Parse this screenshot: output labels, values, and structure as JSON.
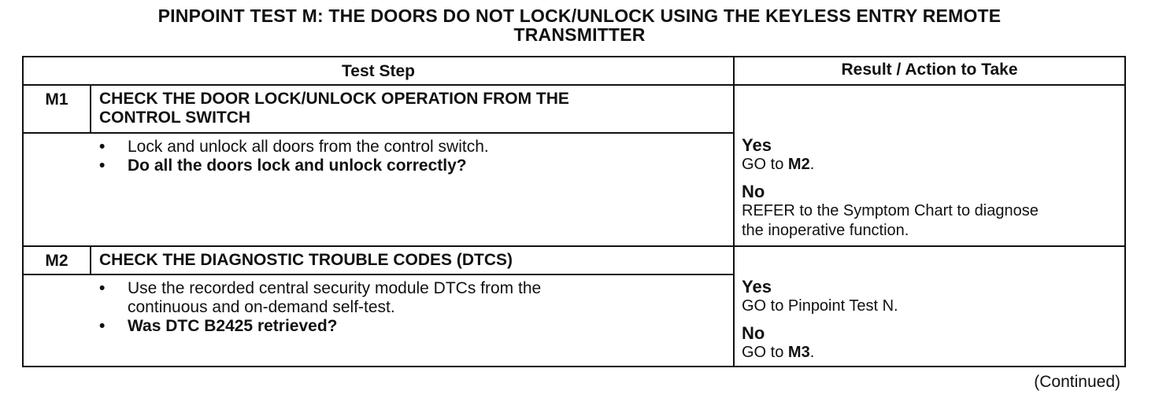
{
  "title_line1": "PINPOINT TEST M: THE DOORS DO NOT LOCK/UNLOCK USING THE KEYLESS ENTRY REMOTE",
  "title_line2": "TRANSMITTER",
  "headers": {
    "test_step": "Test Step",
    "result": "Result / Action to Take"
  },
  "steps": [
    {
      "id": "M1",
      "title_line1": "CHECK THE DOOR LOCK/UNLOCK OPERATION FROM THE",
      "title_line2": "CONTROL SWITCH",
      "bullets": [
        {
          "text": "Lock and unlock all doors from the control switch."
        },
        {
          "text": "Do all the doors lock and unlock correctly?"
        }
      ],
      "yes_label": "Yes",
      "yes_action_prefix": "GO to ",
      "yes_action_bold": "M2",
      "yes_action_suffix": ".",
      "no_label": "No",
      "no_action_line1": "REFER to the Symptom Chart to diagnose",
      "no_action_line2": "the inoperative function."
    },
    {
      "id": "M2",
      "title_line1": "CHECK THE DIAGNOSTIC TROUBLE CODES (DTCS)",
      "bullets": [
        {
          "text_line1": "Use the recorded central security module DTCs from the",
          "text_line2": "continuous and on-demand self-test."
        },
        {
          "text": "Was DTC B2425 retrieved?"
        }
      ],
      "yes_label": "Yes",
      "yes_action": "GO to Pinpoint Test N.",
      "no_label": "No",
      "no_action_prefix": "GO to ",
      "no_action_bold": "M3",
      "no_action_suffix": "."
    }
  ],
  "continued": "(Continued)"
}
